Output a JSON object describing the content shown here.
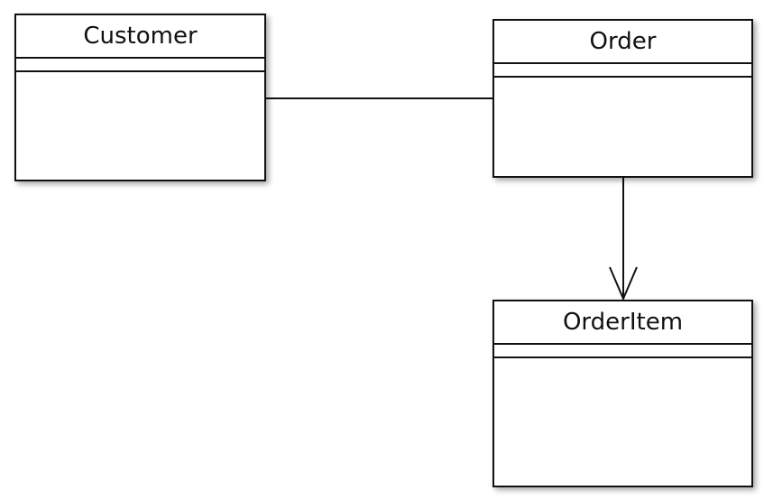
{
  "diagram": {
    "classes": [
      {
        "id": "customer",
        "name": "Customer"
      },
      {
        "id": "order",
        "name": "Order"
      },
      {
        "id": "orderitem",
        "name": "OrderItem"
      }
    ],
    "relationships": [
      {
        "from": "customer",
        "to": "order",
        "kind": "association"
      },
      {
        "from": "order",
        "to": "orderitem",
        "kind": "directed-association"
      }
    ],
    "colors": {
      "stroke": "#111111",
      "fill": "#ffffff"
    }
  }
}
